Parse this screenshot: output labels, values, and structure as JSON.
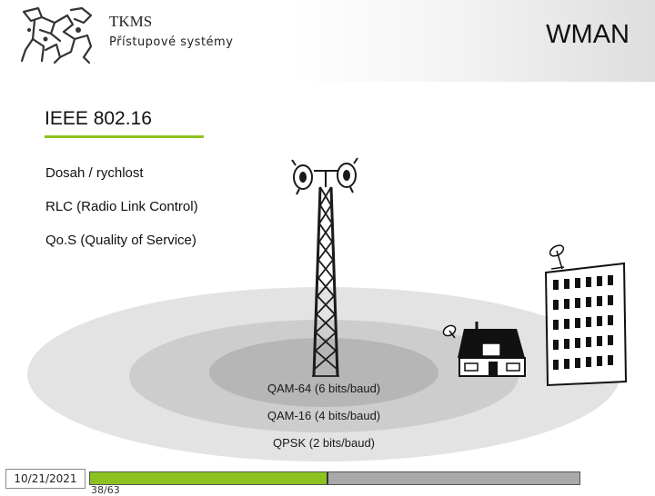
{
  "header": {
    "course": "TKMS",
    "subtitle": "Přístupové systémy",
    "topic": "WMAN"
  },
  "slide": {
    "heading": "IEEE 802.16",
    "bullets": [
      "Dosah / rychlost",
      "RLC (Radio Link Control)",
      "Qo.S (Quality of Service)"
    ]
  },
  "illustration": {
    "rings": [
      "QAM-64 (6 bits/baud)",
      "QAM-16 (4 bits/baud)",
      "QPSK (2 bits/baud)"
    ]
  },
  "footer": {
    "date": "10/21/2021",
    "page": "38/63",
    "progress": 0.4833
  },
  "colors": {
    "accent": "#8cc21f",
    "ring_outer": "#e3e3e3",
    "ring_middle": "#cdcdcd",
    "ring_inner": "#b6b6b6"
  }
}
